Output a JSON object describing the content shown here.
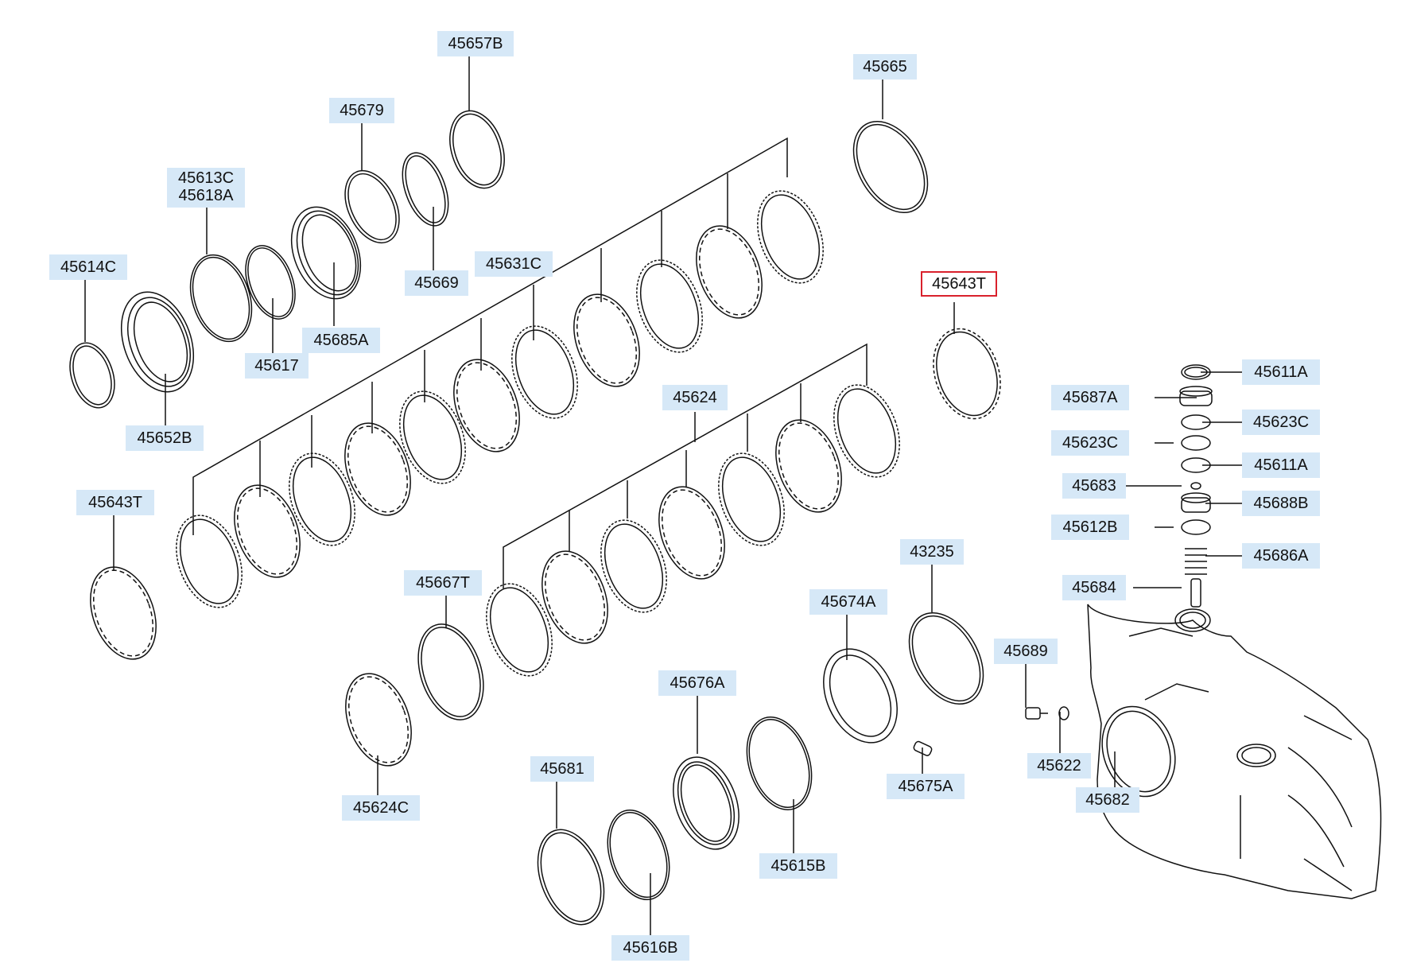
{
  "diagram": {
    "selected_part": "45643T",
    "colors": {
      "label_bg": "#d6e8f7",
      "selected_border": "#d9212c",
      "line": "#111111"
    },
    "labels": {
      "p45657B": "45657B",
      "p45665": "45665",
      "p45679": "45679",
      "p45613C": "45613C",
      "p45618A": "45618A",
      "p45614C": "45614C",
      "p45631C": "45631C",
      "p45669": "45669",
      "p45643T_right": "45643T",
      "p45685A": "45685A",
      "p45617": "45617",
      "p45652B": "45652B",
      "p45624": "45624",
      "p45611A_top": "45611A",
      "p45687A": "45687A",
      "p45623C_right": "45623C",
      "p45623C_left": "45623C",
      "p45611A_mid": "45611A",
      "p45683": "45683",
      "p45688B": "45688B",
      "p45612B": "45612B",
      "p45686A": "45686A",
      "p45684": "45684",
      "p45643T_left": "45643T",
      "p43235": "43235",
      "p45667T": "45667T",
      "p45674A": "45674A",
      "p45689": "45689",
      "p45676A": "45676A",
      "p45622": "45622",
      "p45682": "45682",
      "p45681": "45681",
      "p45675A": "45675A",
      "p45624C": "45624C",
      "p45615B": "45615B",
      "p45616B": "45616B"
    }
  }
}
